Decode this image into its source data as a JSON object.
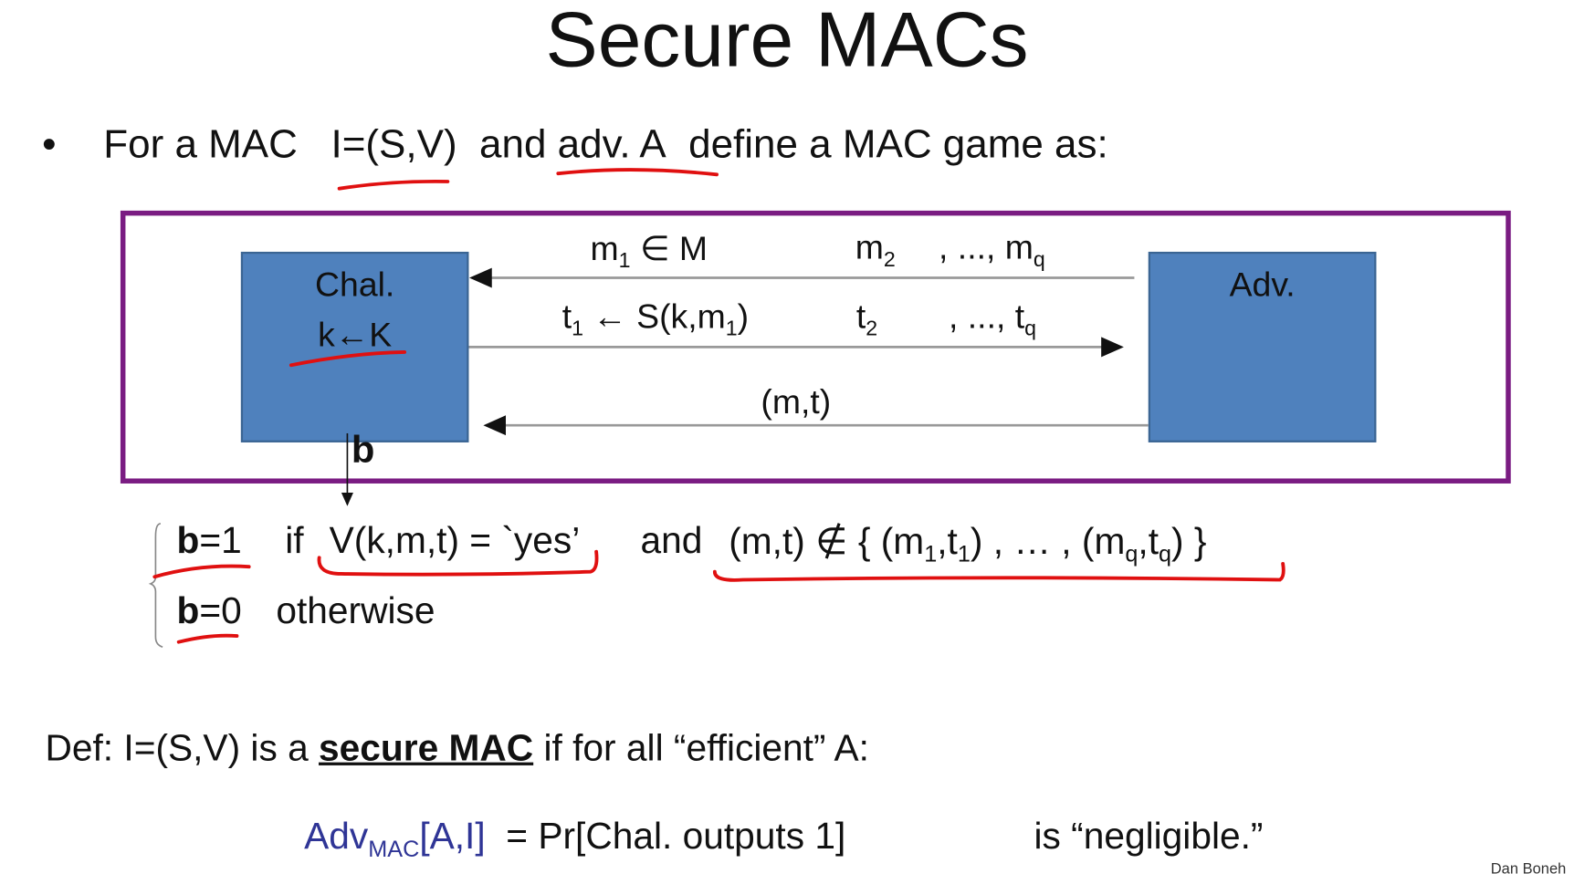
{
  "title": "Secure MACs",
  "bullet": {
    "marker": "•",
    "prefix": "For a MAC",
    "mac": "I=(S,V)",
    "and": "and",
    "adv": "adv.  A",
    "suffix": "define a MAC game as:"
  },
  "diagram": {
    "challenger": {
      "label": "Chal.",
      "key": "k←K"
    },
    "adversary": {
      "label": "Adv."
    },
    "queries": {
      "first": "m",
      "first_sub": "1",
      "first_rest": " ∈ M",
      "second": "m",
      "second_sub": "2",
      "rest": ", ..., m",
      "rest_sub": "q"
    },
    "tags": {
      "first": "t",
      "first_sub": "1",
      "first_rest": " ← S(k,m",
      "first_rest_sub": "1",
      "first_close": ")",
      "second": "t",
      "second_sub": "2",
      "rest": ", ..., t",
      "rest_sub": "q"
    },
    "forgery": "(m,t)",
    "output": "b"
  },
  "conditions": {
    "b1": "b",
    "b1_val": "=1",
    "if": "if",
    "verify": "V(k,m,t) = `yes’",
    "and": "and",
    "notin": "(m,t)  ∉  { (m",
    "s1": "1",
    "c1": ",t",
    "s2": "1",
    "mid": ") , … , (m",
    "s3": "q",
    "c2": ",t",
    "s4": "q",
    "end": ") }",
    "b0": "b",
    "b0_val": "=0",
    "otherwise": "otherwise"
  },
  "definition": {
    "prefix": "Def:  I=(S,V)  is a",
    "term": "secure MAC",
    "suffix": "if for all “efficient”  A:"
  },
  "advantage": {
    "adv": "Adv",
    "sub": "MAC",
    "args": "[A,I]",
    "eq": "=  Pr[Chal. outputs 1]",
    "tail": "is “negligible.”"
  },
  "author": "Dan Boneh",
  "colors": {
    "frame": "#7a1c82",
    "box": "#4f81bd",
    "ink": "#e01010",
    "adv": "#2f3596"
  }
}
